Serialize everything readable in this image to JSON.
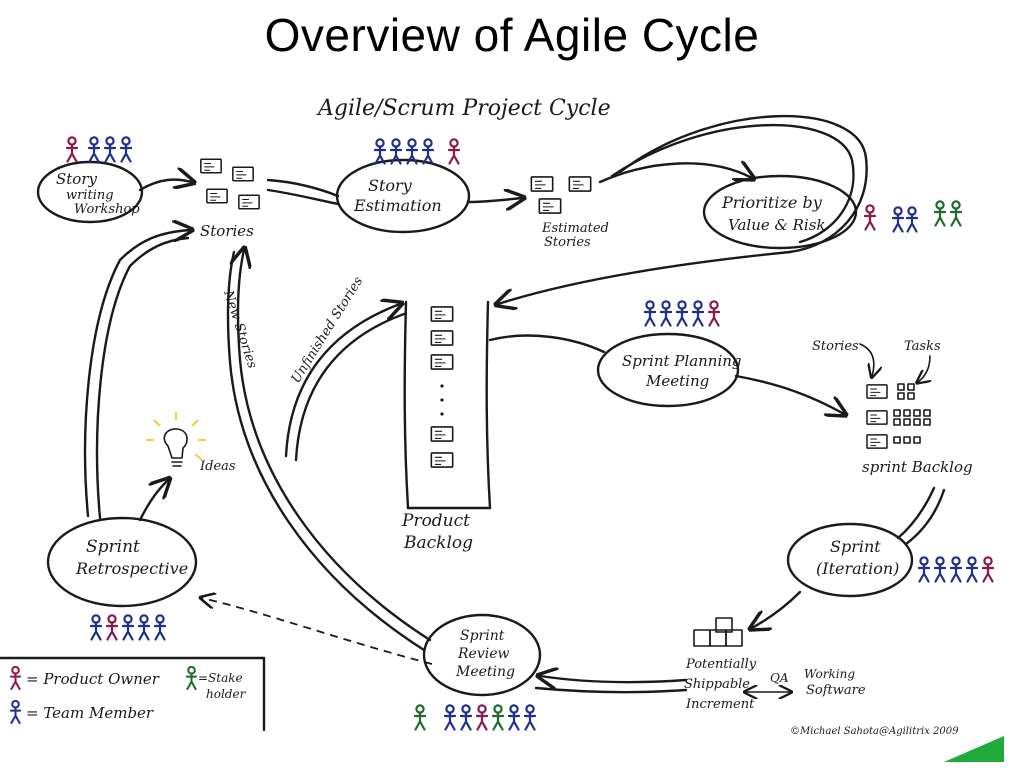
{
  "slide": {
    "title": "Overview of Agile Cycle"
  },
  "diagram": {
    "heading": "Agile/Scrum Project Cycle",
    "story_writing_workshop": [
      "Story",
      "writing",
      "Workshop"
    ],
    "stories": "Stories",
    "story_estimation": [
      "Story",
      "Estimation"
    ],
    "estimated_stories": [
      "Estimated",
      "Stories"
    ],
    "prioritize": [
      "Prioritize by",
      "Value & Risk"
    ],
    "new_stories": "New Stories",
    "unfinished_stories": "Unfinished Stories",
    "product_backlog": [
      "Product",
      "Backlog"
    ],
    "sprint_planning": [
      "Sprint Planning",
      "Meeting"
    ],
    "stories_small": "Stories",
    "tasks": "Tasks",
    "sprint_backlog": "sprint Backlog",
    "sprint_iteration": [
      "Sprint",
      "(Iteration)"
    ],
    "increment": [
      "Potentially",
      "Shippable",
      "Increment"
    ],
    "qa": "QA",
    "working_software": [
      "Working",
      "Software"
    ],
    "sprint_review": [
      "Sprint",
      "Review",
      "Meeting"
    ],
    "sprint_retrospective": [
      "Sprint",
      "Retrospective"
    ],
    "ideas": "Ideas",
    "legend": {
      "product_owner": "= Product Owner",
      "stake_holder": [
        "=Stake",
        "holder"
      ],
      "team_member": "= Team Member"
    },
    "credit": "©Michael Sahota@Agilitrix 2009"
  },
  "colors": {
    "product_owner": "#8b1a4a",
    "team_member": "#1f2f8f",
    "stake_holder": "#1e6b2a",
    "ink": "#1a1a1a",
    "bulb": "#e6cf1a",
    "corner_accent": "#1faa3a"
  }
}
